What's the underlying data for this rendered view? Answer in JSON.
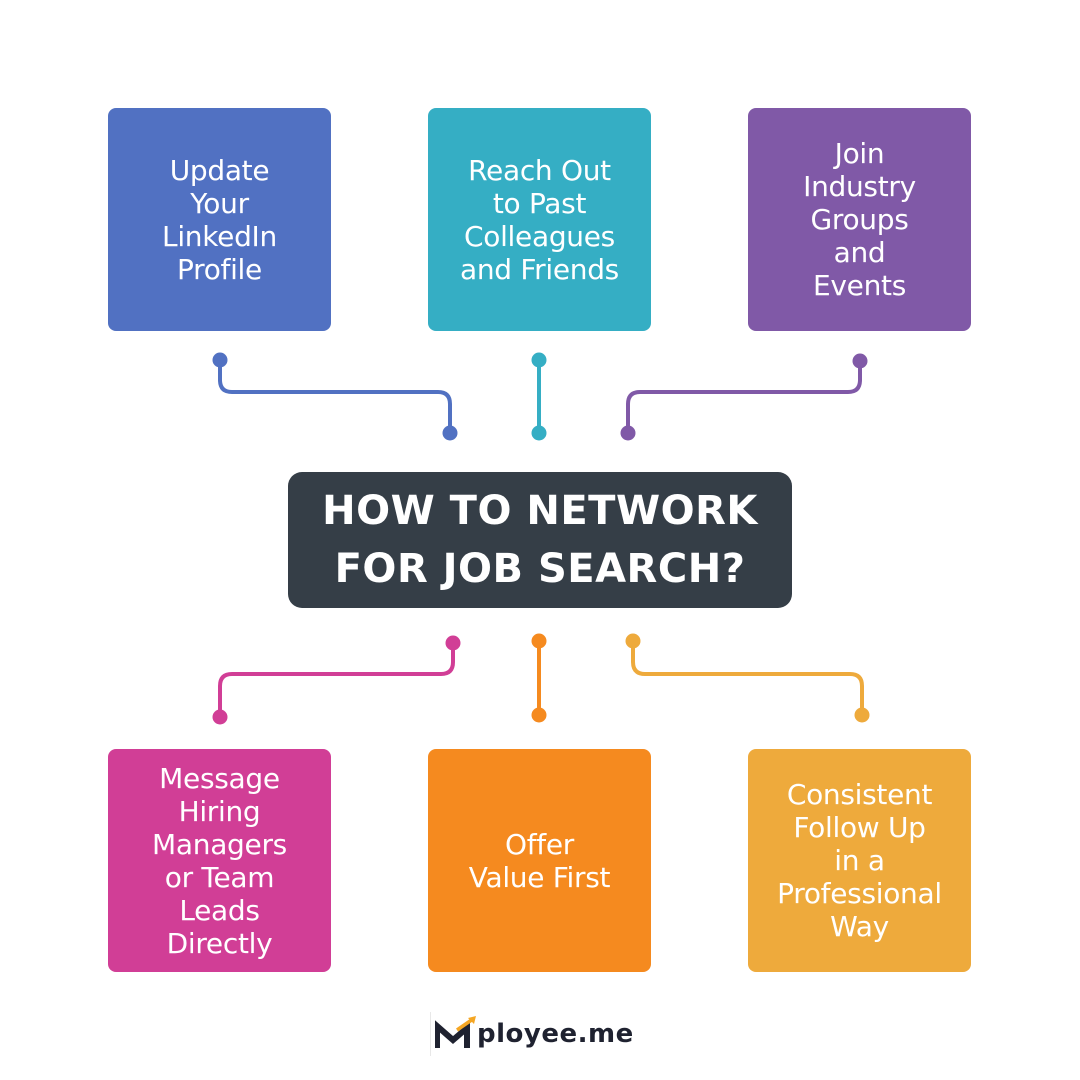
{
  "title": {
    "text": "HOW TO NETWORK\nFOR JOB SEARCH?",
    "background": "#353e47"
  },
  "cards": [
    {
      "text": "Update\nYour\nLinkedIn\nProfile",
      "color": "#5171c2"
    },
    {
      "text": "Reach Out\nto Past\nColleagues\nand Friends",
      "color": "#35aec4"
    },
    {
      "text": "Join\nIndustry\nGroups\nand\nEvents",
      "color": "#8059a7"
    },
    {
      "text": "Message\nHiring\nManagers\nor Team\nLeads\nDirectly",
      "color": "#d13e96"
    },
    {
      "text": "Offer\nValue First",
      "color": "#f58a1f"
    },
    {
      "text": "Consistent\nFollow Up\nin a\nProfessional\nWay",
      "color": "#eeaa3c"
    }
  ],
  "logo": {
    "text": "ployee.me",
    "mark": "M",
    "arrow_color": "#f5a623",
    "text_color": "#1f2230"
  }
}
